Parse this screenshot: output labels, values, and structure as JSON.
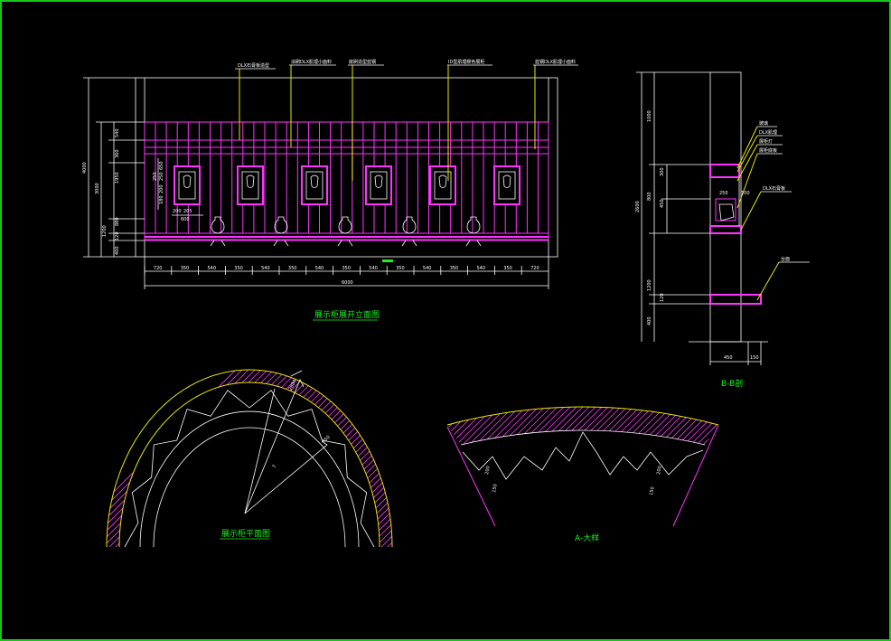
{
  "colors": {
    "background": "#000000",
    "frame": "#18c818",
    "line": "#ffffff",
    "accent": "#ff33ff",
    "hatch": "#e8e800",
    "title": "#22ee22"
  },
  "elevation": {
    "title": "展示柜展开立面图",
    "callouts": [
      "DLX石膏板造型",
      "涂刷DLX肌理小面料",
      "嵌刷造型蓝钢",
      "ID型肌理暖色展柜",
      "蓝钢DLX肌理小面料"
    ],
    "dims_bottom": [
      "720",
      "350",
      "540",
      "350",
      "540",
      "350",
      "540",
      "350",
      "540",
      "350",
      "540",
      "350",
      "540",
      "350",
      "720"
    ],
    "total_width": "6000",
    "dims_left": [
      "4000",
      "3000",
      "540",
      "360",
      "1950",
      "1200",
      "880",
      "120",
      "400"
    ],
    "dims_inner": [
      "250",
      "650",
      "250",
      "200",
      "180",
      "200",
      "205",
      "600"
    ]
  },
  "section": {
    "title": "B-B剖",
    "callouts": [
      "玻璃",
      "DLX肌理",
      "展柜灯",
      "展柜底板",
      "DLX石膏板",
      "台面"
    ],
    "dims_left": [
      "1000",
      "2600",
      "800",
      "300",
      "450",
      "1200",
      "120",
      "400"
    ],
    "dims_bottom": [
      "450",
      "150"
    ],
    "dims_inner": [
      "250",
      "100"
    ]
  },
  "plan": {
    "title": "展示柜平面图",
    "dims": [
      "2880",
      "7",
      "450"
    ]
  },
  "detail": {
    "title": "A-大样",
    "dims": [
      "200",
      "150",
      "150",
      "200"
    ]
  }
}
